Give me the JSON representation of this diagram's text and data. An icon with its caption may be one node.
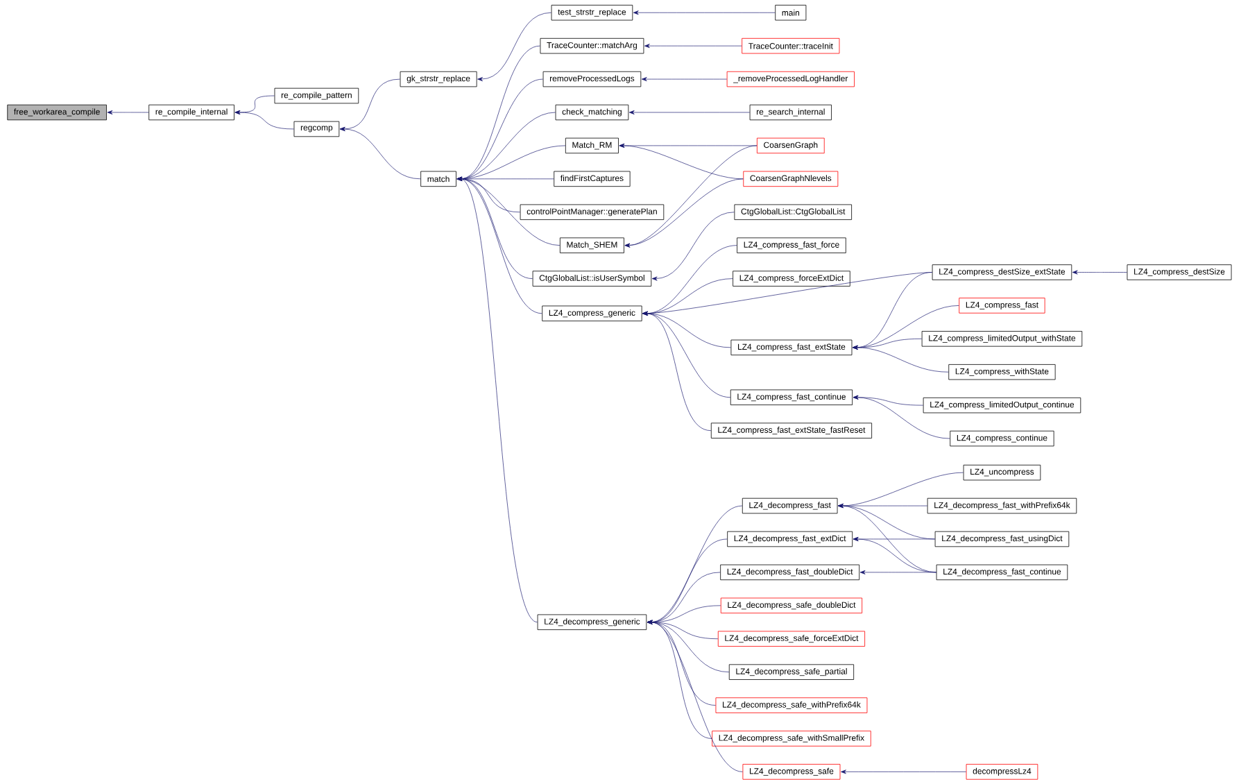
{
  "diagram": {
    "nodes": [
      {
        "text": [
          "free_workarea_compile"
        ]
      },
      {
        "text": [
          "re_compile_internal"
        ]
      },
      {
        "text": [
          "re_compile_pattern"
        ]
      },
      {
        "text": [
          "regcomp"
        ]
      },
      {
        "text": [
          "gk_strstr_replace"
        ]
      },
      {
        "text": [
          "match"
        ]
      },
      {
        "text": [
          "test_strstr_replace"
        ]
      },
      {
        "text": [
          "main"
        ]
      },
      {
        "text": [
          "TraceCounter::matchArg"
        ]
      },
      {
        "text": [
          "TraceCounter::traceInit"
        ]
      },
      {
        "text": [
          "removeProcessedLogs"
        ]
      },
      {
        "text": [
          "_removeProcessedLogHandler"
        ]
      },
      {
        "text": [
          "check_matching"
        ]
      },
      {
        "text": [
          "re_search_internal"
        ]
      },
      {
        "text": [
          "Match_RM"
        ]
      },
      {
        "text": [
          "CoarsenGraph"
        ]
      },
      {
        "text": [
          "CoarsenGraphNlevels"
        ]
      },
      {
        "text": [
          "findFirstCaptures"
        ]
      },
      {
        "text": [
          "controlPointManager::generatePlan"
        ]
      },
      {
        "text": [
          "Match_SHEM"
        ]
      },
      {
        "text": [
          "CtgGlobalList::CtgGlobalList"
        ]
      },
      {
        "text": [
          "CtgGlobalList::isUserSymbol"
        ]
      },
      {
        "text": [
          "LZ4_compress_fast_force"
        ]
      },
      {
        "text": [
          "LZ4_compress_forceExtDict"
        ]
      },
      {
        "text": [
          "LZ4_compress_generic"
        ]
      },
      {
        "text": [
          "LZ4_compress_destSize_extState"
        ]
      },
      {
        "text": [
          "LZ4_compress_destSize"
        ]
      },
      {
        "text": [
          "LZ4_compress_fast"
        ]
      },
      {
        "text": [
          "LZ4_compress_fast_extState"
        ]
      },
      {
        "text": [
          "LZ4_compress_limitedOutput_withState"
        ]
      },
      {
        "text": [
          "LZ4_compress_withState"
        ]
      },
      {
        "text": [
          "LZ4_compress_fast_continue"
        ]
      },
      {
        "text": [
          "LZ4_compress_limitedOutput_continue"
        ]
      },
      {
        "text": [
          "LZ4_compress_continue"
        ]
      },
      {
        "text": [
          "LZ4_compress_fast_extState_fastReset"
        ]
      },
      {
        "text": [
          "LZ4_uncompress"
        ]
      },
      {
        "text": [
          "LZ4_decompress_fast"
        ]
      },
      {
        "text": [
          "LZ4_decompress_fast_withPrefix64k"
        ]
      },
      {
        "text": [
          "LZ4_decompress_fast_extDict"
        ]
      },
      {
        "text": [
          "LZ4_decompress_fast_usingDict"
        ]
      },
      {
        "text": [
          "LZ4_decompress_fast_doubleDict"
        ]
      },
      {
        "text": [
          "LZ4_decompress_fast_continue"
        ]
      },
      {
        "text": [
          "LZ4_decompress_generic"
        ]
      },
      {
        "text": [
          "LZ4_decompress_safe_doubleDict"
        ]
      },
      {
        "text": [
          "LZ4_decompress_safe_forceExtDict"
        ]
      },
      {
        "text": [
          "LZ4_decompress_safe_partial"
        ]
      },
      {
        "text": [
          "LZ4_decompress_safe_withPrefix64k"
        ]
      },
      {
        "text": [
          "LZ4_decompress_safe_withSmallPrefix"
        ]
      },
      {
        "text": [
          "LZ4_decompress_safe"
        ]
      },
      {
        "text": [
          "decompressLz4"
        ]
      }
    ],
    "edges": [
      {
        "from": 1,
        "to": 0,
        "arrow": "to"
      },
      {
        "from": 2,
        "to": 1,
        "arrow": "to"
      },
      {
        "from": 3,
        "to": 1,
        "arrow": "to"
      },
      {
        "from": 4,
        "to": 3,
        "arrow": "to"
      },
      {
        "from": 5,
        "to": 3,
        "arrow": "to"
      },
      {
        "from": 6,
        "to": 4,
        "arrow": "to"
      },
      {
        "from": 7,
        "to": 6,
        "arrow": "to"
      },
      {
        "from": 8,
        "to": 5,
        "arrow": "to"
      },
      {
        "from": 9,
        "to": 8,
        "arrow": "to"
      },
      {
        "from": 10,
        "to": 5,
        "arrow": "to"
      },
      {
        "from": 11,
        "to": 10,
        "arrow": "to"
      },
      {
        "from": 12,
        "to": 5,
        "arrow": "to"
      },
      {
        "from": 13,
        "to": 12,
        "arrow": "to"
      },
      {
        "from": 14,
        "to": 5,
        "arrow": "to"
      },
      {
        "from": 15,
        "to": 14,
        "arrow": "to"
      },
      {
        "from": 16,
        "to": 14,
        "arrow": "to"
      },
      {
        "from": 17,
        "to": 5,
        "arrow": "to"
      },
      {
        "from": 18,
        "to": 5,
        "arrow": "to"
      },
      {
        "from": 19,
        "to": 5,
        "arrow": "to"
      },
      {
        "from": 15,
        "to": 19,
        "arrow": "to"
      },
      {
        "from": 16,
        "to": 19,
        "arrow": "to"
      },
      {
        "from": 21,
        "to": 5,
        "arrow": "to"
      },
      {
        "from": 20,
        "to": 21,
        "arrow": "to"
      },
      {
        "from": 24,
        "to": 5,
        "arrow": "to"
      },
      {
        "from": 22,
        "to": 24,
        "arrow": "to"
      },
      {
        "from": 23,
        "to": 24,
        "arrow": "to"
      },
      {
        "from": 25,
        "to": 24,
        "arrow": "to"
      },
      {
        "from": 26,
        "to": 25,
        "arrow": "to"
      },
      {
        "from": 28,
        "to": 24,
        "arrow": "to"
      },
      {
        "from": 25,
        "to": 28,
        "arrow": "to"
      },
      {
        "from": 27,
        "to": 28,
        "arrow": "to"
      },
      {
        "from": 29,
        "to": 28,
        "arrow": "to"
      },
      {
        "from": 30,
        "to": 28,
        "arrow": "to"
      },
      {
        "from": 31,
        "to": 24,
        "arrow": "to"
      },
      {
        "from": 32,
        "to": 31,
        "arrow": "to"
      },
      {
        "from": 33,
        "to": 31,
        "arrow": "to"
      },
      {
        "from": 34,
        "to": 24,
        "arrow": "to"
      },
      {
        "from": 42,
        "to": 5,
        "arrow": "to"
      },
      {
        "from": 36,
        "to": 42,
        "arrow": "to"
      },
      {
        "from": 35,
        "to": 36,
        "arrow": "to"
      },
      {
        "from": 37,
        "to": 36,
        "arrow": "to"
      },
      {
        "from": 39,
        "to": 36,
        "arrow": "to"
      },
      {
        "from": 41,
        "to": 36,
        "arrow": "to"
      },
      {
        "from": 38,
        "to": 42,
        "arrow": "to"
      },
      {
        "from": 39,
        "to": 38,
        "arrow": "to"
      },
      {
        "from": 41,
        "to": 38,
        "arrow": "to"
      },
      {
        "from": 40,
        "to": 42,
        "arrow": "to"
      },
      {
        "from": 41,
        "to": 40,
        "arrow": "to"
      },
      {
        "from": 43,
        "to": 42,
        "arrow": "to"
      },
      {
        "from": 44,
        "to": 42,
        "arrow": "to"
      },
      {
        "from": 45,
        "to": 42,
        "arrow": "to"
      },
      {
        "from": 46,
        "to": 42,
        "arrow": "to"
      },
      {
        "from": 47,
        "to": 42,
        "arrow": "to"
      },
      {
        "from": 48,
        "to": 42,
        "arrow": "to"
      },
      {
        "from": 49,
        "to": 48,
        "arrow": "to"
      }
    ]
  }
}
